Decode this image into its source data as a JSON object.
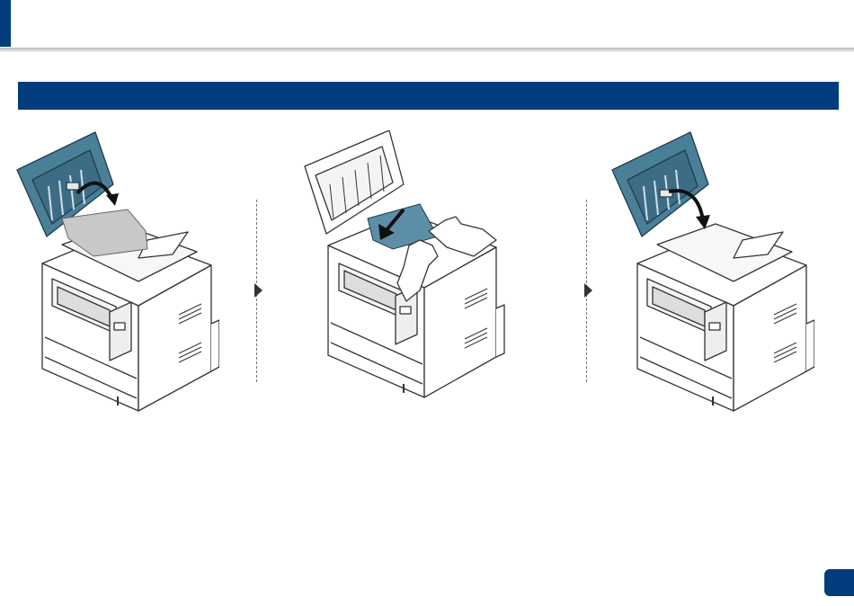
{
  "document": {
    "section_title": "",
    "page_number": ""
  },
  "steps": [
    {
      "action": "open-cover-remove-paper"
    },
    {
      "action": "pull-paper-out"
    },
    {
      "action": "close-cover"
    }
  ],
  "colors": {
    "brand_blue": "#003c7e",
    "cover_teal": "#4a7f98",
    "paper_grey": "#c8c8c8",
    "paper_blue": "#5d8ea8"
  }
}
